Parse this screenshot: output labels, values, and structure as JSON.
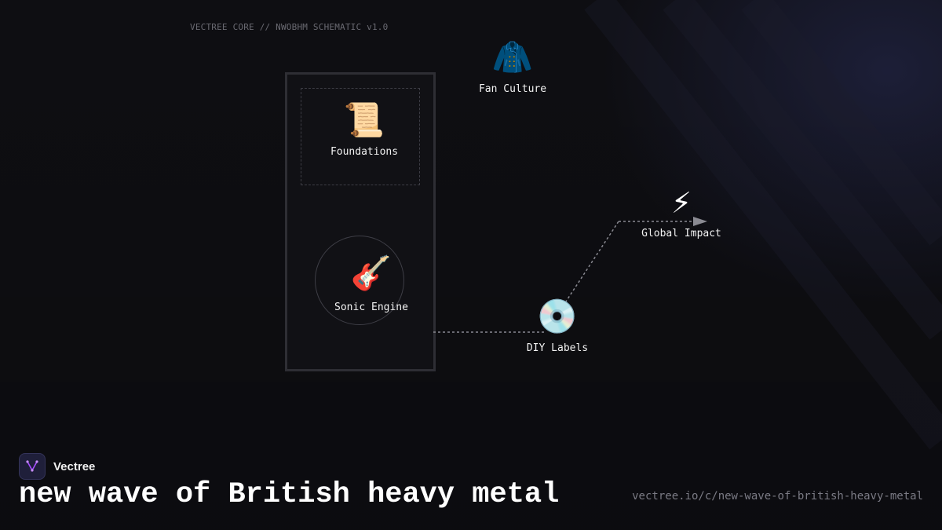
{
  "header": {
    "label": "VECTREE CORE // NWOBHM SCHEMATIC v1.0"
  },
  "nodes": {
    "foundations": {
      "icon": "📜",
      "icon_name": "scroll-icon",
      "label": "Foundations"
    },
    "sonic_engine": {
      "icon": "🎸",
      "icon_name": "guitar-icon",
      "label": "Sonic Engine"
    },
    "fan_culture": {
      "icon": "🧥",
      "icon_name": "jacket-icon",
      "label": "Fan Culture"
    },
    "diy_labels": {
      "icon": "💿",
      "icon_name": "disc-icon",
      "label": "DIY Labels"
    },
    "global_impact": {
      "icon": "⚡",
      "icon_name": "lightning-icon",
      "label": "Global Impact"
    }
  },
  "links": [
    {
      "from": "Sonic Engine",
      "to": "DIY Labels",
      "style": "dotted"
    },
    {
      "from": "DIY Labels",
      "to": "Global Impact",
      "style": "dotted",
      "arrow": true
    }
  ],
  "footer": {
    "brand": "Vectree",
    "title": "new wave of British heavy metal",
    "url": "vectree.io/c/new-wave-of-british-heavy-metal"
  },
  "colors": {
    "background": "#0e0e12",
    "panel_border": "#2e2e34",
    "link": "#8a8a92",
    "brand_accent": "#a64dff"
  }
}
